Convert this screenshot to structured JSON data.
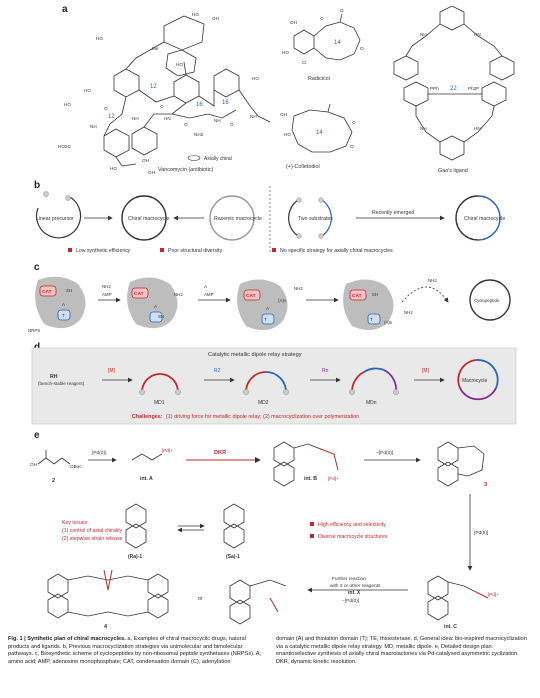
{
  "panel_a": {
    "label": "a",
    "vancomycin": {
      "caption": "Vancomycin (antibiotic)",
      "axial_chiral": "Axially chiral",
      "rings": [
        "12",
        "12",
        "16",
        "16"
      ],
      "atoms": [
        "HO",
        "Me",
        "HO",
        "OH",
        "HO",
        "NH",
        "HN",
        "HO",
        "OH",
        "HO",
        "HO",
        "HO2C",
        "NH2",
        "NH",
        "HO",
        "NH",
        "OH",
        "NH",
        "O",
        "O",
        "O",
        "O"
      ]
    },
    "radicicol": {
      "caption": "Radicicol",
      "ring": "14",
      "atoms": [
        "HO",
        "OH",
        "Cl",
        "O",
        "O",
        "O"
      ]
    },
    "colletodiol": {
      "caption": "(+)-Colletodiol",
      "ring": "14",
      "atoms": [
        "OH",
        "HO",
        "O",
        "O"
      ]
    },
    "ligand": {
      "caption": "Gao's ligand",
      "ring": "22",
      "atoms": [
        "NH",
        "HN",
        "NH",
        "HN",
        "PPh",
        "Ph2P"
      ]
    }
  },
  "panel_b": {
    "label": "b",
    "left_items": [
      "Linear precursor",
      "Chiral macrocycle",
      "Racemic macrocycle"
    ],
    "right_items": [
      "Two substrates",
      "Recently emerged",
      "Chiral macrocycle"
    ],
    "notes": [
      "Low synthetic efficiency",
      "Poor structural diversity",
      "No specific strategy for axially chiral macrocycles"
    ]
  },
  "panel_c": {
    "label": "c",
    "labels": [
      "CAT",
      "CAT",
      "CAT",
      "CAT",
      "SH",
      "SH",
      "SH",
      "A",
      "A",
      "A",
      "T",
      "T",
      "T",
      "NRPS",
      "AMP",
      "AMP",
      "A",
      "NH2",
      "NH2",
      "NH2",
      "NH2",
      "(A)n",
      "(A)n",
      "NH2",
      "Cyclopeptide"
    ]
  },
  "panel_d": {
    "label": "d",
    "title": "Catalytic metallic dipole relay strategy",
    "rh_label": "RH",
    "rh_sub": "(bench-stable reagent)",
    "m": "[M]",
    "r2": "R2",
    "rn": "Rn",
    "md": [
      "MD1",
      "MD2",
      "MDn"
    ],
    "macrocycle": "Macrocycle",
    "challenges_label": "Challenges:",
    "challenges_text": "(1) driving force for metallic dipole relay; (2) macrocyclization over polymerization"
  },
  "panel_e": {
    "label": "e",
    "reagent": "[Pd(0)]",
    "dkr": "DKR",
    "minus_pd": "−[Pd(0)]",
    "int_a": "int. A",
    "int_b": "int. B",
    "int_c": "int. C",
    "int_x": "int. X",
    "cmpd2": "2",
    "cmpd3": "3",
    "cmpd4": "4",
    "ra": "(Ra)-1",
    "sa": "(Sa)-1",
    "plus_pd": "[Pd]+",
    "pd_ii": "[Pd(II)]",
    "ocoo": "OBoc",
    "oh": "OH",
    "key_title": "Key issues:",
    "key1": "(1) control of axial chirality",
    "key2": "(2) stepwise strain release",
    "high_eff": "High efficiency and selectivity",
    "diverse": "Diverse macrocycle structures",
    "further": "Further reaction",
    "further2": "with 3 or other reagents",
    "or": "or",
    "minus_pd2": "−[Pd(0)]"
  },
  "caption": {
    "lead": "Fig. 1 | Synthetic plan of chiral macrocycles.",
    "text1": " a, Examples of chiral macrocyclic drugs, natural products and ligands. b, Previous macrocyclization strategies via unimolecular and bimolecular pathways. c, Biosynthetic scheme of cyclopeptides by non-ribosomal peptide synthetases (NRPSs). A, amino acid; AMP, adenosine monophosphate; CAT, condensation domain (C), adenylation",
    "text2": "domain (A) and thiolation domain (T); TE, thioesterase. d, General idea: bio-inspired macrocyclization via a catalytic metallic dipole relay strategy. MD, metallic dipole. e, Detailed design plan: enantioselective synthesis of axially chiral macrolactones via Pd-catalysed asymmetric cyclization. DKR, dynamic kinetic resolution."
  },
  "colors": {
    "red": "#c2262e",
    "blue": "#2a63b7",
    "purple": "#7b2d8e",
    "panel_bg": "#e9e9e9",
    "enzyme": "#bdbdbd"
  }
}
